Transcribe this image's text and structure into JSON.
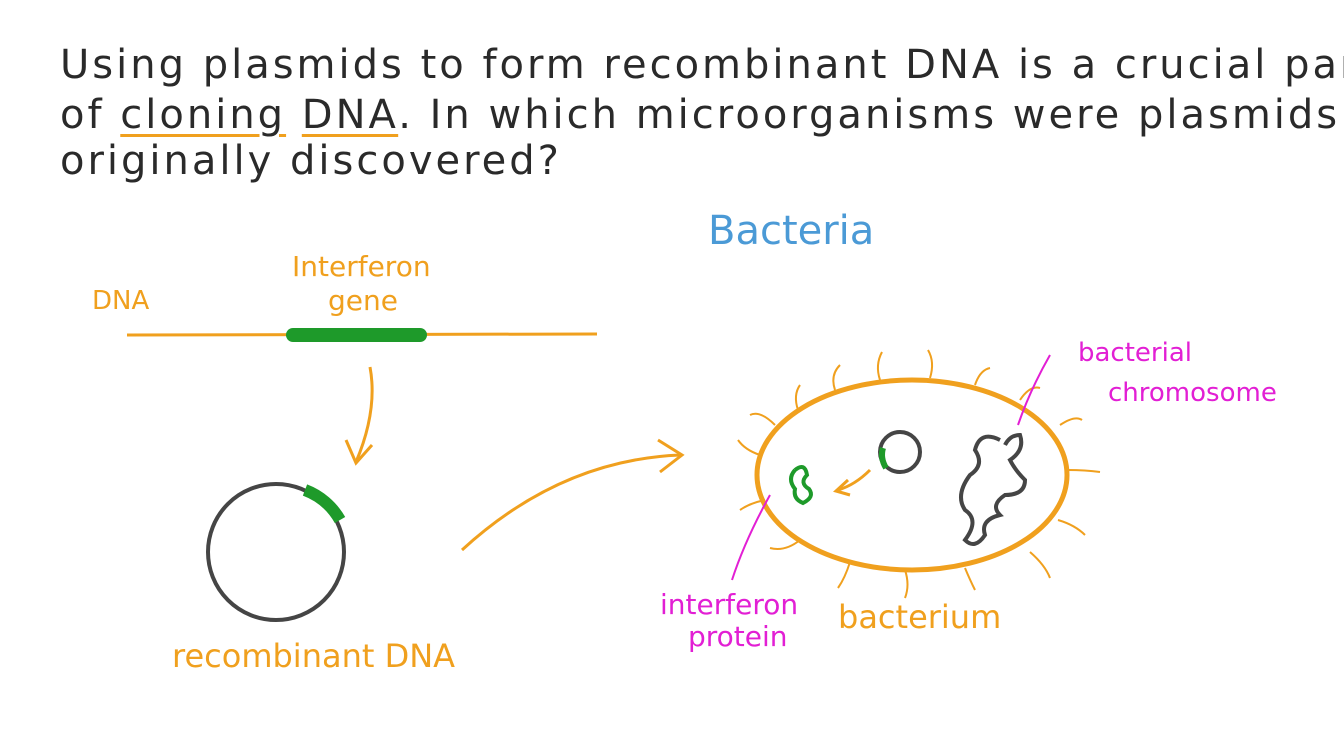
{
  "question": {
    "line1": "Using plasmids to form recombinant DNA is a crucial part",
    "line2_pre": "of ",
    "line2_u1": "cloning",
    "line2_u2": "DNA",
    "line2_post": ". In which microorganisms were plasmids",
    "line3": "originally discovered?"
  },
  "answer": "Bacteria",
  "labels": {
    "dna": "DNA",
    "interferon_gene_1": "Interferon",
    "interferon_gene_2": "gene",
    "recombinant_dna": "recombinant DNA",
    "bacterial_chromosome_1": "bacterial",
    "bacterial_chromosome_2": "chromosome",
    "interferon_protein_1": "interferon",
    "interferon_protein_2": "protein",
    "bacterium": "bacterium"
  },
  "colors": {
    "orange": "#f0a01e",
    "green": "#1e9a2a",
    "magenta": "#e21fd4",
    "blue": "#4b9ad6",
    "dark": "#454545"
  }
}
